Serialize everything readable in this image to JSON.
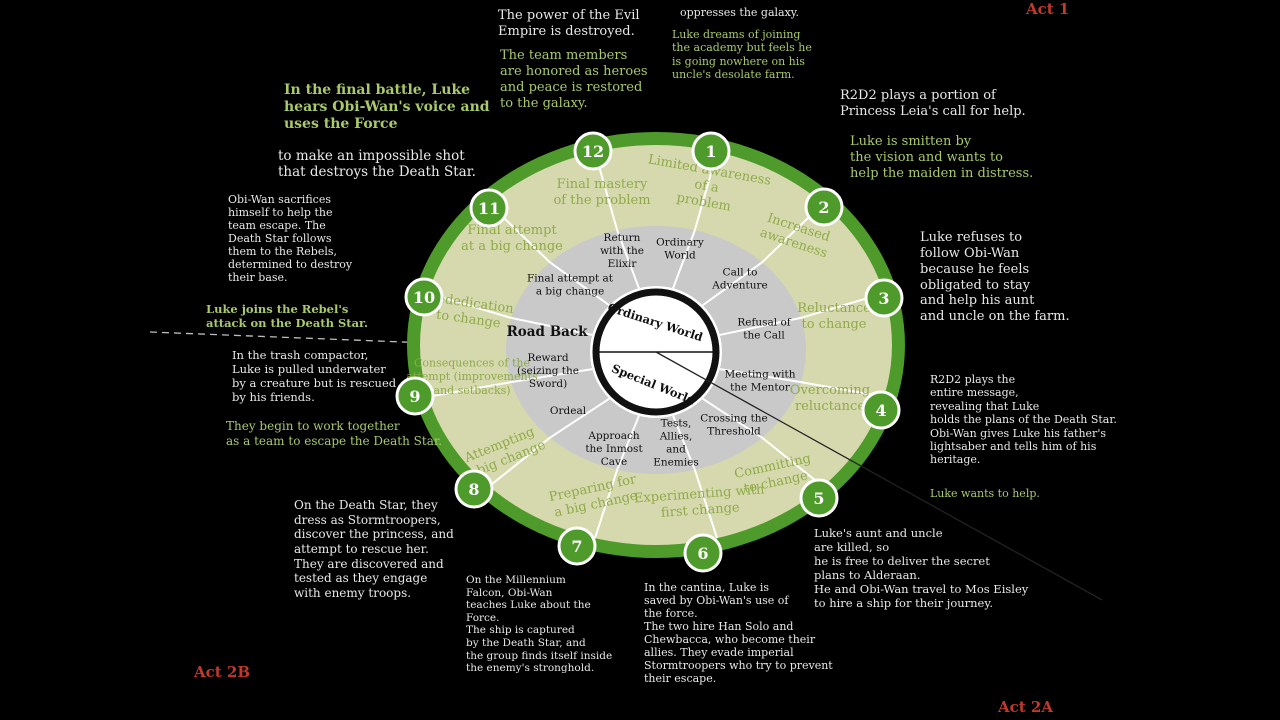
{
  "acts": {
    "act1": "Act 1",
    "act2a": "Act 2A",
    "act2b": "Act 2B"
  },
  "colors": {
    "outer_ring": "#4e9a2a",
    "outer_band": "#d6d9ad",
    "middle_ring": "#c9c9c9",
    "inner_disc": "#ffffff",
    "green_text": "#a9c96a",
    "white_text": "#e8e8e8",
    "act_label": "#c0392b"
  },
  "wheel": {
    "center_top": "Ordinary World",
    "center_bottom": "Special World",
    "outer_labels": [
      "Limited awareness of a problem",
      "Increased awareness",
      "Reluctance to change",
      "Overcoming reluctance",
      "Committing to change",
      "Experimenting with first change",
      "Preparing for a big change",
      "Attempting a big change",
      "Consequences of the attempt (improvements and setbacks)",
      "Rededication to change",
      "Final attempt at a big change",
      "Final mastery of the problem"
    ],
    "inner_labels": [
      "Ordinary World",
      "Call to Adventure",
      "Refusal of the Call",
      "Meeting with the Mentor",
      "Crossing the Threshold",
      "Tests, Allies, and Enemies",
      "Approach the Inmost Cave",
      "Ordeal",
      "Reward (seizing the Sword)",
      "Road Back",
      "Final attempt at a big change",
      "Return with the Elixir"
    ],
    "stage_numbers": [
      "1",
      "2",
      "3",
      "4",
      "5",
      "6",
      "7",
      "8",
      "9",
      "10",
      "11",
      "12"
    ]
  },
  "notes": {
    "n12_white": "The power of the Evil\nEmpire is destroyed.",
    "n12_green": "The team members\nare honored as heroes\nand peace is restored\nto the galaxy.",
    "n1_white": "oppresses the galaxy.",
    "n1_green": "Luke dreams of joining\nthe academy but feels he\nis going nowhere on his\nuncle's desolate farm.",
    "n2_white": "R2D2 plays a portion of\nPrincess Leia's call for help.",
    "n2_green": "Luke is smitten by\nthe vision and wants to\nhelp the maiden in distress.",
    "n3_white": "Luke refuses to\nfollow Obi-Wan\nbecause he feels\nobligated to stay\nand help his aunt\nand uncle on the farm.",
    "n4_white": "R2D2 plays the\nentire message,\nrevealing that Luke\nholds the plans of the Death Star.\nObi-Wan gives Luke his father's\nlightsaber and tells him of his\nheritage.",
    "n4_green": "Luke wants to help.",
    "n5_white": "Luke's aunt and uncle\nare killed, so\nhe is free to deliver the secret\nplans to Alderaan.\nHe and Obi-Wan travel to Mos Eisley\nto hire a ship for their journey.",
    "n6_white": "In the cantina, Luke is\nsaved by Obi-Wan's use of\nthe force.\nThe two hire Han Solo and\nChewbacca, who become their\nallies. They evade imperial\nStormtroopers who try to prevent\ntheir escape.",
    "n7_white": "On the Millennium\nFalcon, Obi-Wan\nteaches Luke about the\nForce.\nThe ship is captured\nby the Death Star, and\nthe group finds itself inside\nthe enemy's stronghold.",
    "n8_white": "On the Death Star, they\ndress as Stormtroopers,\ndiscover the princess, and\nattempt to rescue her.\nThey are discovered and\ntested as they engage\nwith enemy troops.",
    "n9_white": "In the trash compactor,\nLuke is pulled underwater\nby a creature but is rescued\nby his friends.",
    "n9_green": "They begin to work together\nas a team to escape the Death Star.",
    "n10_white": "Obi-Wan sacrifices\nhimself to help the\nteam escape. The\nDeath Star follows\nthem to the Rebels,\ndetermined to destroy\ntheir base.",
    "n10_green": "Luke joins the Rebel's\nattack on the Death Star.",
    "n11_green": "In the final battle, Luke\nhears Obi-Wan's voice and\nuses the Force",
    "n11_white": "to make an impossible shot\nthat destroys the Death Star."
  }
}
